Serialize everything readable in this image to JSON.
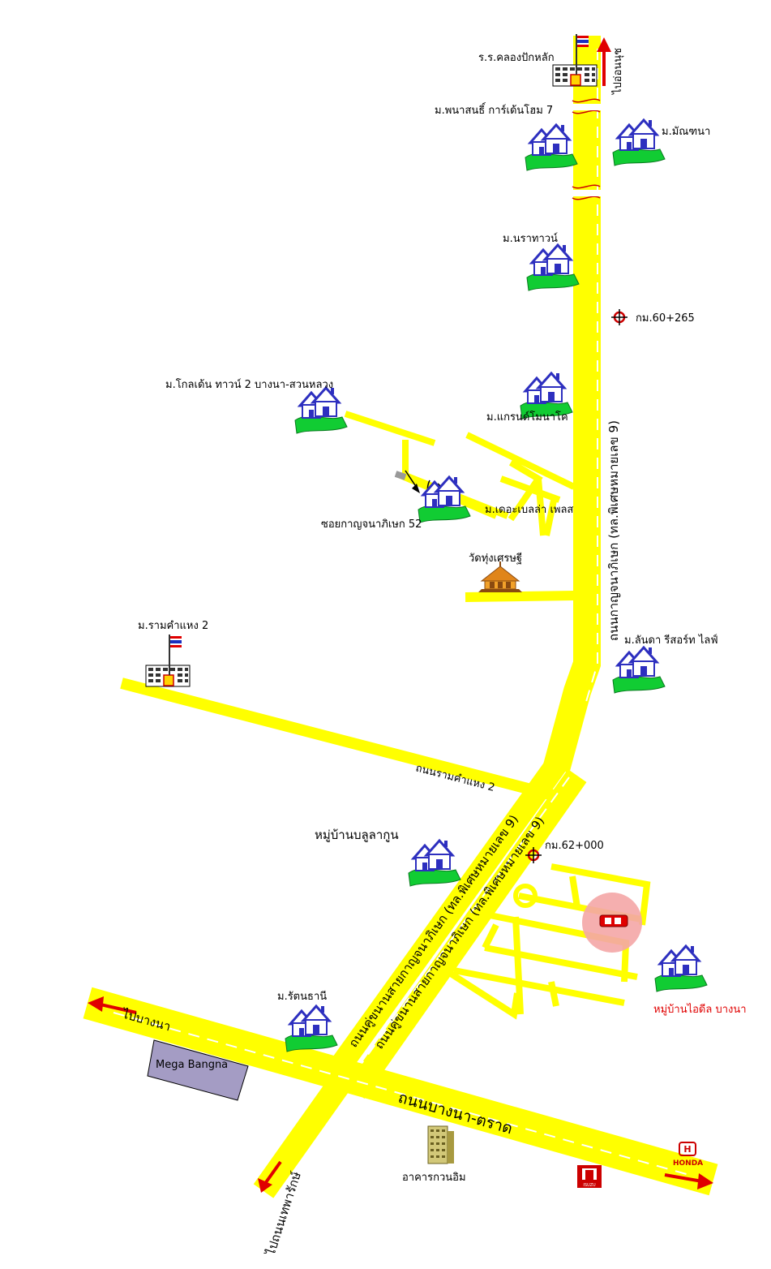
{
  "colors": {
    "road": "#ffff00",
    "centerline": "#ffffff",
    "arrow": "#e00000",
    "house_roof": "#2d2fbf",
    "house_grass": "#11cc33",
    "highlight_circle": "#f4a6a6",
    "mall_box": "#a49cc4",
    "label_red": "#e00000"
  },
  "labels": {
    "school_klong": "ร.ร.คลองปักหลัก",
    "to_onnut": "ไปอ่อนนุช",
    "panasnit": "ม.พนาสนธิ์ การ์เด้นโฮม 7",
    "manchana": "ม.มัณฑนา",
    "naratown": "ม.นราทาวน์",
    "km60": "กม.60+265",
    "main_road": "ถนนกาญจนาภิเษก (ทล.พิเศษหมายเลข 9)",
    "golden_town": "ม.โกลเด้น ทาวน์ 2 บางนา-สวนหลวง",
    "grand_monaco": "ม.แกรนด์โมนาโค",
    "soi52": "ซอยกาญจนาภิเษก 52",
    "wat": "วัดทุ่งเศรษฐี",
    "ramkhamhaeng_school": "ม.รามคำแหง 2",
    "lanta": "ม.ลันดา รีสอร์ท ไลฟ์",
    "ram2_road": "ถนนรามคำแหง 2",
    "bula": "หมู่บ้านบลูลากูน",
    "km62": "กม.62+000",
    "frontage_left": "ถนนคู่ขนานสายกาญจนาภิเษก (ทล.พิเศษหมายเลข 9)",
    "frontage_right": "ถนนคู่ขนานสายกาญจนาภิเษก (ทล.พิเศษหมายเลข 9)",
    "ideal": "หมู่บ้านไอดีล บางนา",
    "rattanathani": "ม.รัตนธานี",
    "to_bangna": "ไปบางนา",
    "mega": "Mega Bangna",
    "bangna_trat": "ถนนบางนา-ตราด",
    "the_bella": "ม.เดอะเบลล่า เพลส",
    "kuanim": "อาคารกวนอิม",
    "to_thepharak": "ไปถนนเทพารักษ์",
    "honda": "HONDA",
    "isuzu": "ISUZU"
  },
  "icons": {
    "house": "house-village-icon",
    "school": "school-building-flag-icon",
    "temple": "temple-icon",
    "km_marker": "crosshair-marker-icon",
    "office": "office-tower-icon",
    "honda": "honda-logo-icon",
    "isuzu": "isuzu-logo-icon",
    "destination_car": "red-car-destination-icon",
    "arrow": "direction-arrow-icon"
  }
}
